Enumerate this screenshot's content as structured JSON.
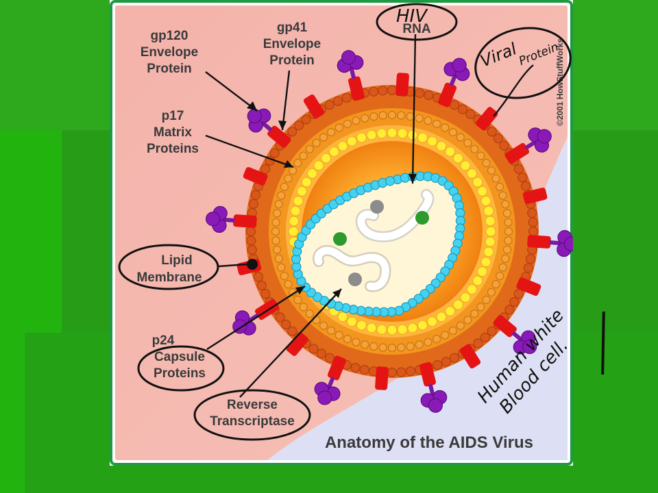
{
  "title": "Anatomy of the AIDS Virus",
  "copyright": "©2001 HowStuffWorks",
  "labels": {
    "gp120": [
      "gp120",
      "Envelope",
      "Protein"
    ],
    "gp41": [
      "gp41",
      "Envelope",
      "Protein"
    ],
    "p17": [
      "p17",
      "Matrix",
      "Proteins"
    ],
    "lipid": [
      "Lipid",
      "Membrane"
    ],
    "p24": [
      "p24",
      "Capsule",
      "Proteins"
    ],
    "rt": [
      "Reverse",
      "Transcriptase"
    ],
    "rna": "RNA"
  },
  "handwriting": {
    "hiv": "HIV",
    "viral": [
      "Viral",
      "Protein"
    ],
    "blood": [
      "Human white",
      "Blood cell."
    ]
  },
  "colors": {
    "background_green": "#2aa51a",
    "frame_green": "#1fa04a",
    "pink": "#f2b0a8",
    "orange": "#f0a020",
    "red_protein": "#e11010",
    "purple_protein": "#8a1ab8",
    "yellow_matrix": "#ffee33",
    "cyan_capsid": "#33ccee"
  }
}
